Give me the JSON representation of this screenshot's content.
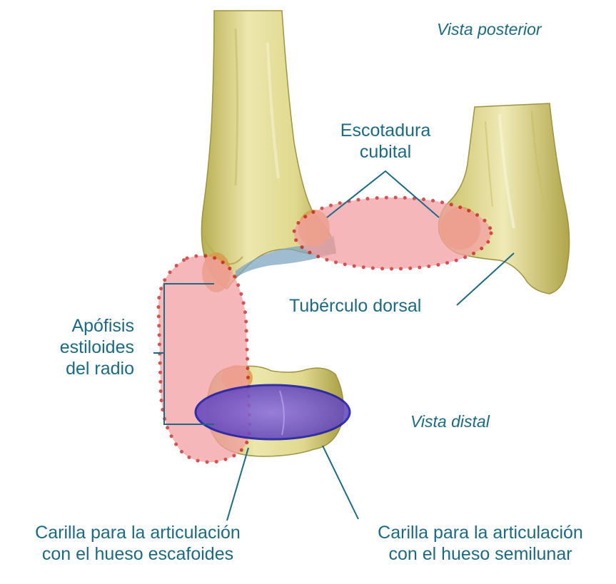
{
  "views": {
    "posterior": "Vista posterior",
    "distal": "Vista distal"
  },
  "labels": {
    "escotadura": [
      "Escotadura",
      "cubital"
    ],
    "tuberculo": "Tubérculo dorsal",
    "apofisis": [
      "Apófisis",
      "estiloides",
      "del radio"
    ],
    "carilla_escafoides": [
      "Carilla para la articulación",
      "con el hueso escafoides"
    ],
    "carilla_semilunar": [
      "Carilla para la articulación",
      "con el hueso semilunar"
    ]
  },
  "colors": {
    "label_text": "#1c6a82",
    "bone_fill": "#e8e2a0",
    "bone_shadow": "#b9ae52",
    "highlight_red": "#f4a0a4",
    "dotted_red": "#c41a1a",
    "facet_blue": "#6a4fc4",
    "facet_outline": "#1a1aa6",
    "leader_line": "#1c6a82"
  },
  "icons": {
    "radius_bone": "radius-shaft-illustration",
    "ulna_bone": "ulna-illustration",
    "distal_bone": "distal-radius-illustration"
  }
}
